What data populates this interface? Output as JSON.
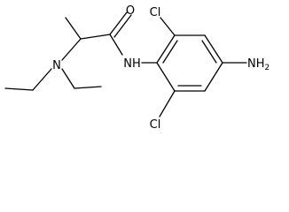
{
  "molecule": {
    "atoms": {
      "o": "O",
      "nh": "NH",
      "n": "N",
      "cl_top": "Cl",
      "cl_bottom": "Cl",
      "nh2_main": "NH",
      "nh2_sub": "2"
    }
  }
}
